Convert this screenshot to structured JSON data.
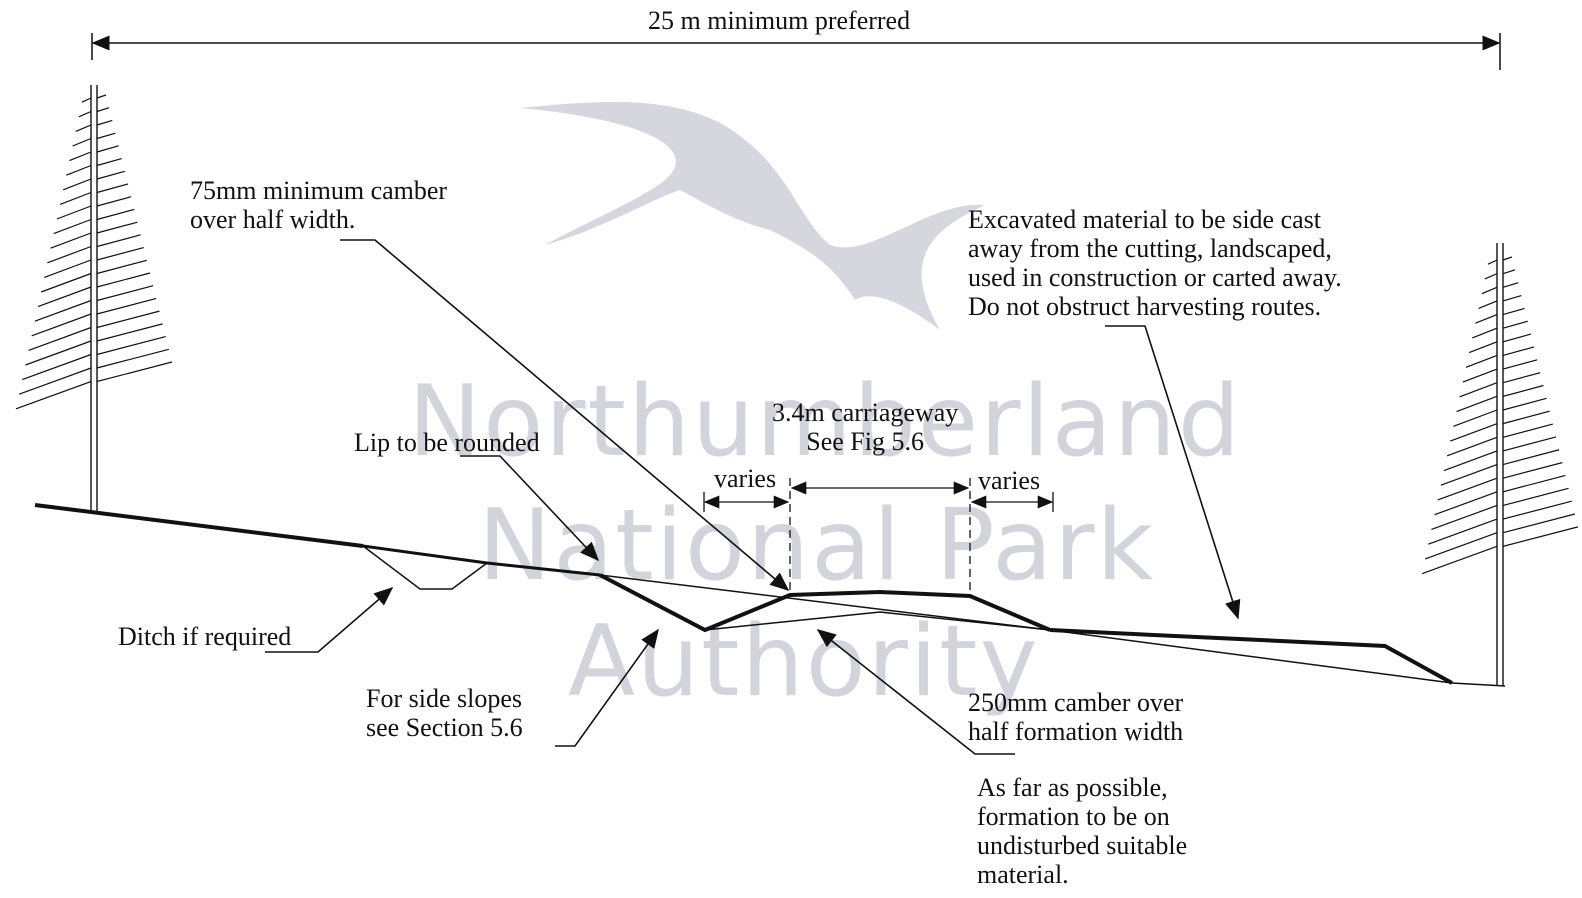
{
  "diagram": {
    "dimension_top": "25 m minimum preferred",
    "camber_note": "75mm minimum camber\nover half width.",
    "excavated_note": "Excavated material to be side cast\naway from the cutting,  landscaped,\nused in construction or carted away.\nDo not obstruct harvesting routes.",
    "carriageway_note": "3.4m carriageway\nSee Fig 5.6",
    "lip_note": "Lip to be rounded",
    "varies_left": "varies",
    "varies_right": "varies",
    "ditch_note": "Ditch if required",
    "side_slopes_note": "For side slopes\nsee Section 5.6",
    "formation_camber_note": "250mm camber over\nhalf formation width",
    "formation_note": "As far as possible,\nformation to be on\nundisturbed suitable\nmaterial."
  },
  "watermark": {
    "line1": "Northumberland",
    "line2": "National Park",
    "line3": "Authority",
    "logo": "curlew-logo",
    "color": "#d3d3db"
  },
  "colors": {
    "ink": "#111111",
    "watermark": "#d3d3db"
  }
}
